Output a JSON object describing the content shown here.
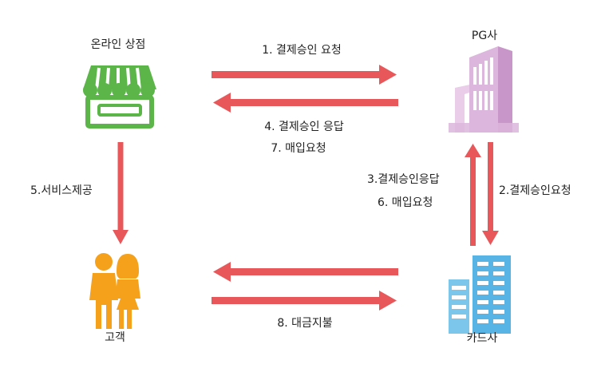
{
  "nodes": {
    "shop": "온라인 상점",
    "pg": "PG사",
    "customer": "고객",
    "card": "카드사"
  },
  "edges": {
    "shop_to_pg": "1. 결제승인 요청",
    "pg_to_shop_1": "4. 결제승인 응답",
    "pg_to_shop_2": "7. 매입요청",
    "card_to_pg_1": "3.결제승인응답",
    "card_to_pg_2": "6. 매입요청",
    "pg_to_card": "2.결제승인요청",
    "shop_to_customer": "5.서비스제공",
    "customer_to_card": "8. 대금지불"
  },
  "colors": {
    "arrow": "#e8585a",
    "store": "#5bb548",
    "pg_building": "#dcb6dc",
    "card_building": "#58b4e4",
    "people": "#f5a11c"
  },
  "icons": {
    "shop": "storefront-icon",
    "pg": "office-building-icon",
    "card": "office-building-icon",
    "customer": "couple-icon"
  }
}
